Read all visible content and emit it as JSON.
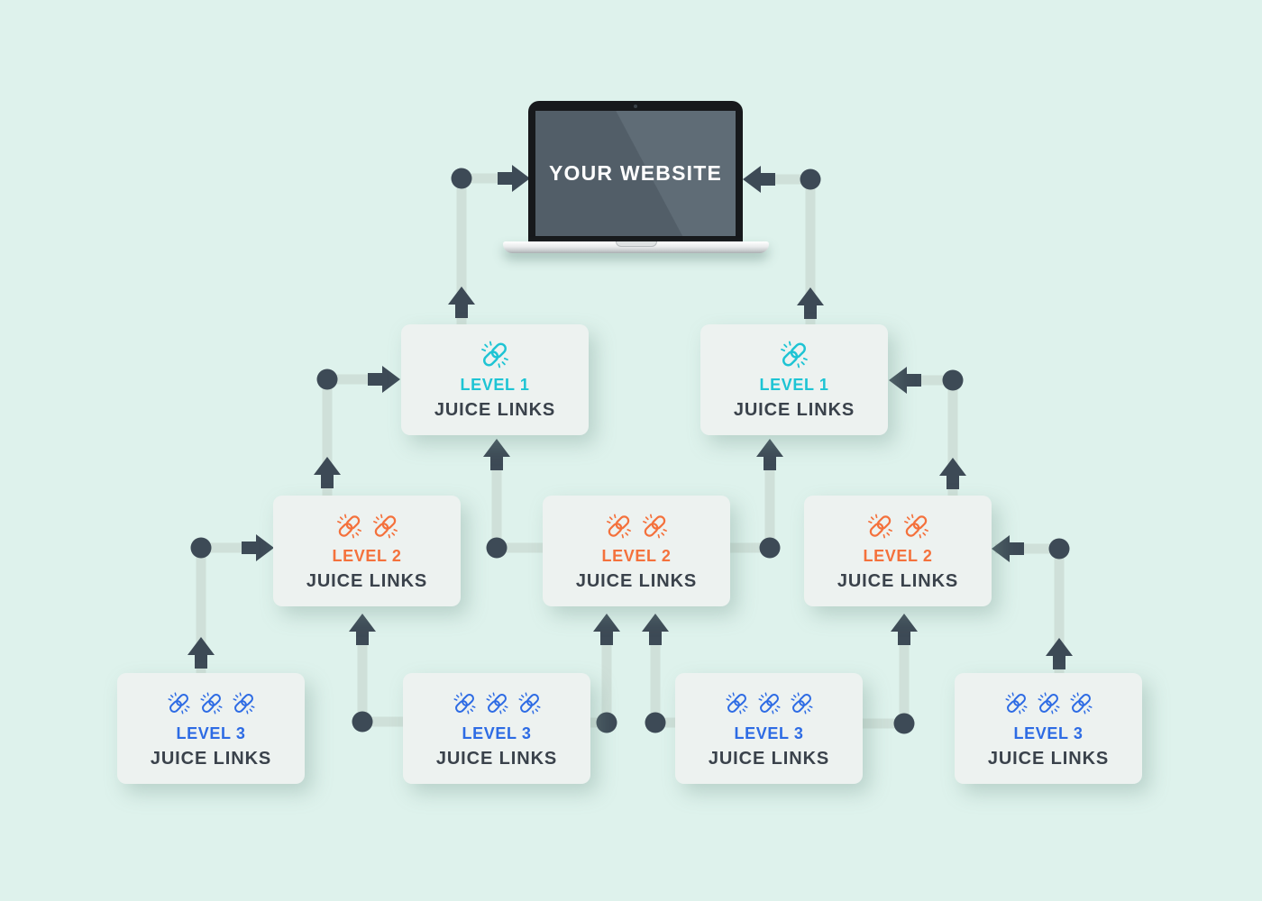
{
  "title": "Link juice pyramid diagram",
  "website": {
    "label": "YOUR WEBSITE"
  },
  "levels": {
    "1": {
      "level_label": "LEVEL 1",
      "links_label": "JUICE LINKS",
      "color": "#1ec4d4",
      "icon_count": 1
    },
    "2": {
      "level_label": "LEVEL 2",
      "links_label": "JUICE LINKS",
      "color": "#f4713c",
      "icon_count": 2
    },
    "3": {
      "level_label": "LEVEL 3",
      "links_label": "JUICE LINKS",
      "color": "#2d6be4",
      "icon_count": 3
    }
  },
  "colors": {
    "background": "#def2ec",
    "connector_line": "#cfe0d9",
    "arrow_dark": "#3d4a56",
    "box_fill": "#edf2f0",
    "text_dark": "#3a424b",
    "screen_white_text": "#ffffff"
  }
}
